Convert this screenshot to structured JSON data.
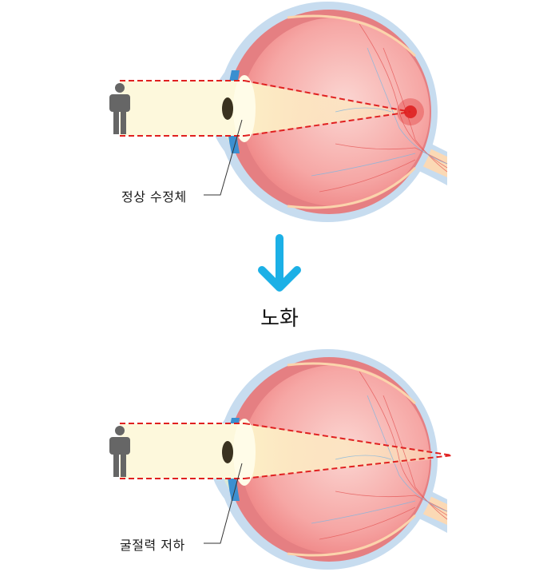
{
  "diagram": {
    "type": "eye-lens-aging-comparison",
    "colors": {
      "arrow": "#1cb0e6",
      "focus_line": "#e02020",
      "person": "#666666",
      "sclera_outer": "#c7dcef",
      "eyeball": "#ef8d8d",
      "light_beam": "#fdf8dc",
      "lens": "#fffce8",
      "iris": "#3b8fd0",
      "pupil": "#3a3220",
      "focus_spot": "#e02a2a"
    },
    "top_panel": {
      "title": "normal",
      "lens_label": "정상 수정체",
      "focus": "on-retina"
    },
    "transition": {
      "arrow_icon": "down-arrow",
      "label": "노화"
    },
    "bottom_panel": {
      "title": "aged",
      "lens_label": "굴절력 저하",
      "focus": "behind-retina"
    }
  }
}
